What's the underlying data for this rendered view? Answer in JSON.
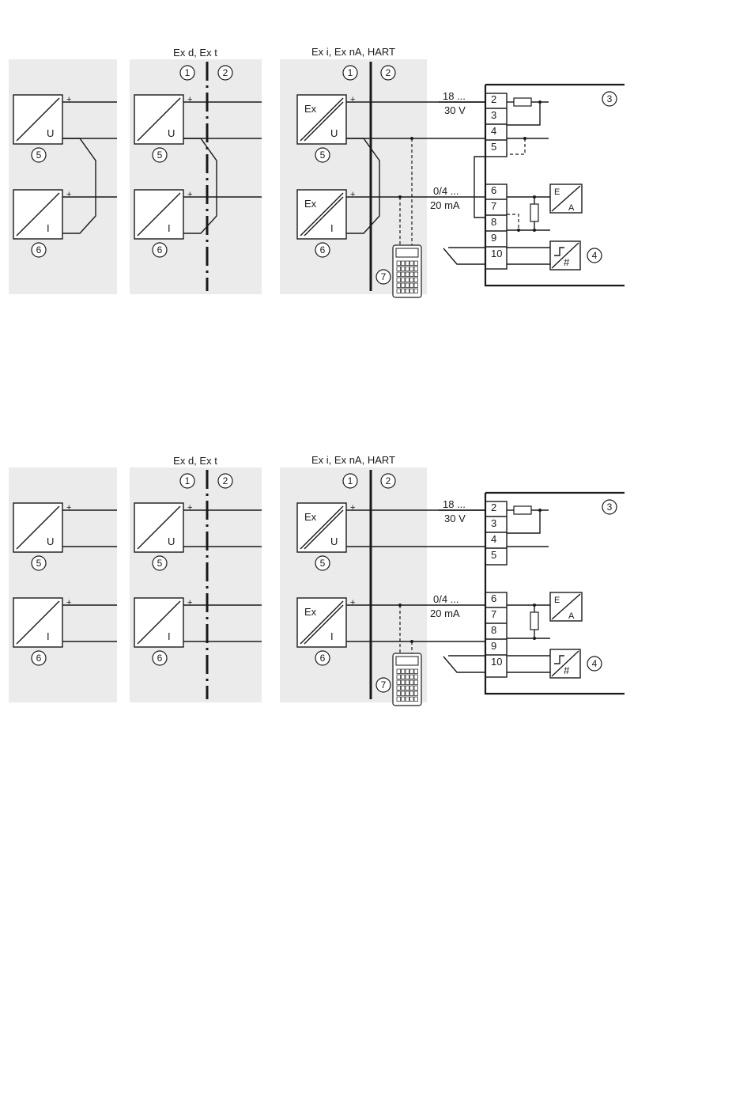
{
  "colors": {
    "panel_bg": "#ebebeb",
    "line": "#1a1a1a",
    "background": "#ffffff"
  },
  "zones": {
    "ex_d": "Ex d, Ex t",
    "ex_i": "Ex i, Ex nA, HART"
  },
  "callouts": {
    "c1": "1",
    "c2": "2",
    "c3": "3",
    "c4": "4",
    "c5": "5",
    "c6": "6",
    "c7": "7"
  },
  "transmitter": {
    "ex_label": "Ex",
    "voltage_letter": "U",
    "current_letter": "I",
    "plus": "+"
  },
  "supply": {
    "line1": "18 ...",
    "line2": "30 V"
  },
  "signal": {
    "line1": "0/4 ...",
    "line2": "20 mA"
  },
  "terminals": [
    "2",
    "3",
    "4",
    "5",
    "6",
    "7",
    "8",
    "9",
    "10"
  ],
  "converter_symbol": {
    "e": "E",
    "a": "A"
  },
  "switch_symbol": {
    "hash": "#"
  },
  "diagrams": [
    {
      "name": "diagram-top"
    },
    {
      "name": "diagram-bottom"
    }
  ]
}
